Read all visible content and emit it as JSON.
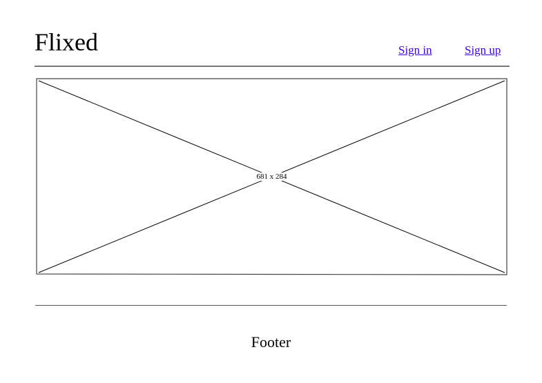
{
  "header": {
    "logo": "Flixed",
    "nav": {
      "sign_in": "Sign in",
      "sign_up": "Sign up"
    }
  },
  "hero": {
    "placeholder_label": "681 x 284"
  },
  "footer": {
    "text": "Footer"
  }
}
